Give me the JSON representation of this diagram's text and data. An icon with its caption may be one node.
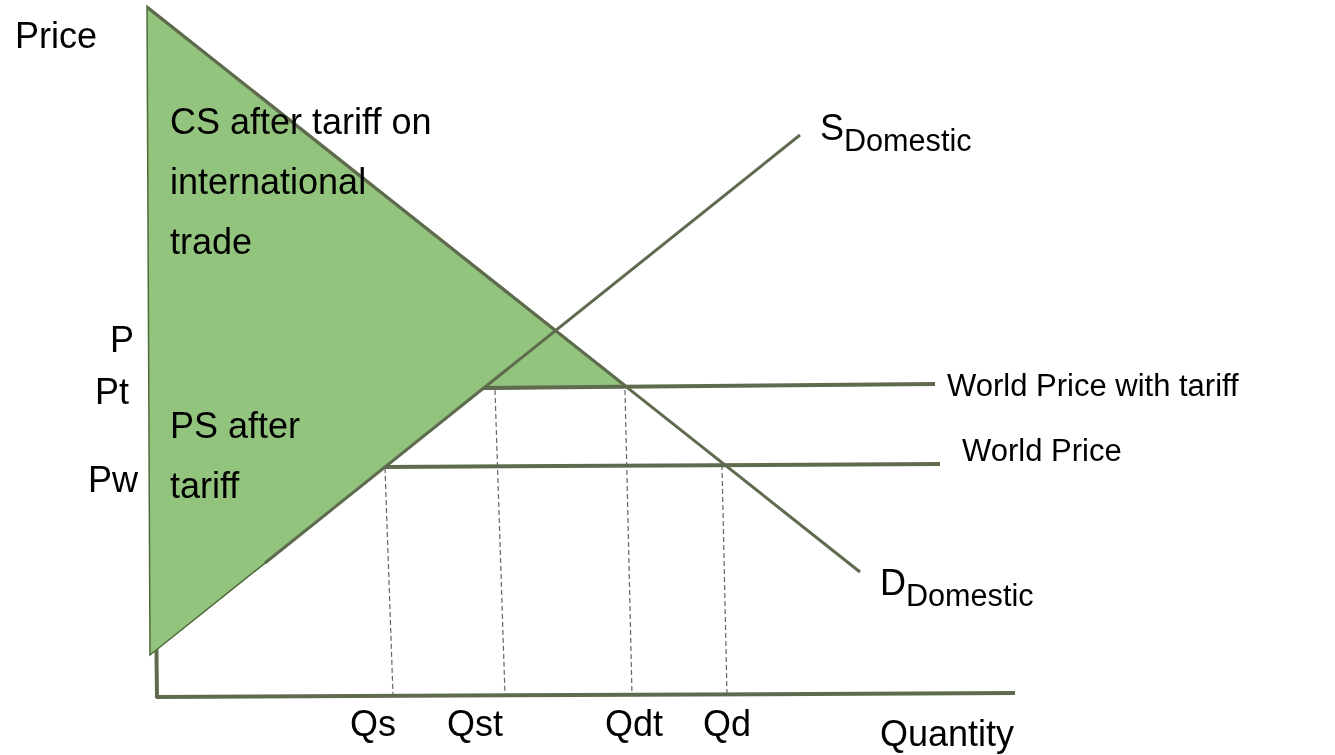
{
  "diagram": {
    "labels": [
      "Price",
      "S$_{Domestic}$",
      "CS after tariff on international trade",
      "P",
      "Pt",
      "World Price with tariff",
      "PS after tariff",
      "Pw",
      "World Price",
      "D$_{Domestic}$",
      "Qs",
      "Qst",
      "Qdt",
      "Qd",
      "Quantity"
    ]
  }
}
